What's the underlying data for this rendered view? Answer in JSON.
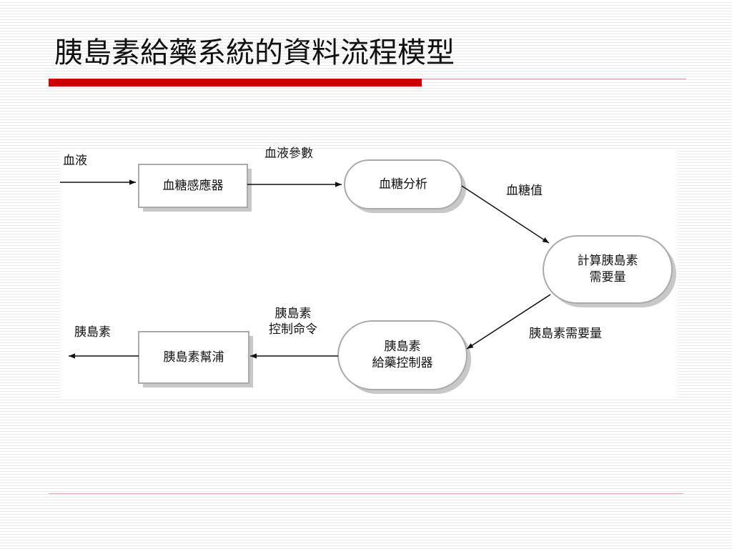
{
  "slide": {
    "title": "胰島素給藥系統的資料流程模型"
  },
  "colors": {
    "accent_bar": "#cc0000",
    "node_stroke": "#aaaaaa",
    "node_shadow": "#c8c8c8",
    "arrow": "#111111"
  },
  "diagram": {
    "external_input": "血液",
    "external_output": "胰島素",
    "nodes": {
      "blood_sugar_sensor": "血糖感應器",
      "blood_sugar_analysis": "血糖分析",
      "compute_insulin_line1": "計算胰島素",
      "compute_insulin_line2": "需要量",
      "insulin_controller_line1": "胰島素",
      "insulin_controller_line2": "給藥控制器",
      "insulin_pump": "胰島素幫浦"
    },
    "flows": {
      "blood_parameters": "血液參數",
      "blood_sugar_value": "血糖值",
      "insulin_requirement": "胰島素需要量",
      "insulin_control_command_line1": "胰島素",
      "insulin_control_command_line2": "控制命令"
    }
  }
}
